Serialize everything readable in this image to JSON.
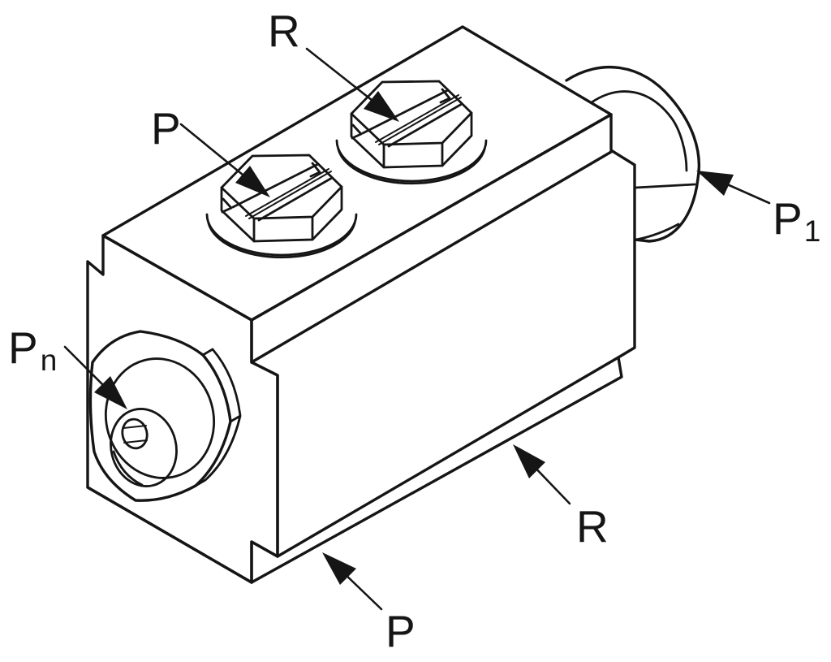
{
  "colors": {
    "background": "#ffffff",
    "line": "#151515"
  },
  "callouts": {
    "r_top": {
      "text": "R"
    },
    "p_top": {
      "text": "P"
    },
    "p1_end": {
      "text": "P",
      "sub": "1"
    },
    "pn_side": {
      "text": "P",
      "sub": "n"
    },
    "r_bottom": {
      "text": "R"
    },
    "p_bottom": {
      "text": "P"
    }
  }
}
